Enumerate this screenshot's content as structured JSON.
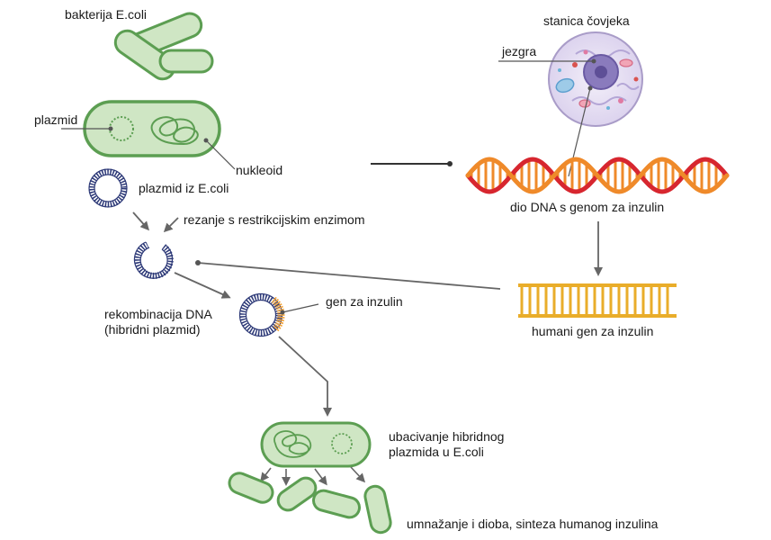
{
  "labels": {
    "bacteria": "bakterija E.coli",
    "plasmid": "plazmid",
    "nucleoid": "nukleoid",
    "plasmid_from_ecoli": "plazmid iz E.coli",
    "cutting": "rezanje s restrikcijskim enzimom",
    "recombination_line1": "rekombinacija DNA",
    "recombination_line2": "(hibridni plazmid)",
    "insulin_gene": "gen za inzulin",
    "human_cell": "stanica čovjeka",
    "nucleus": "jezgra",
    "dna_part": "dio DNA s genom za inzulin",
    "human_gene": "humani gen za inzulin",
    "insertion_line1": "ubacivanje hibridnog",
    "insertion_line2": "plazmida u E.coli",
    "replication": "umnažanje i dioba, sinteza humanog inzulina"
  },
  "colors": {
    "bacteria_fill": "#cfe6c4",
    "bacteria_stroke": "#5c9e52",
    "plasmid_ring": "#2e3a78",
    "insulin_segment": "#f2a33a",
    "dna_red": "#d7262f",
    "dna_orange": "#ef8a2a",
    "gene_rung": "#e9ad2a",
    "cell_fill": "#e9e3f4",
    "nucleus_fill": "#8a7bbd",
    "arrow": "#666666",
    "pointer": "#555555"
  }
}
